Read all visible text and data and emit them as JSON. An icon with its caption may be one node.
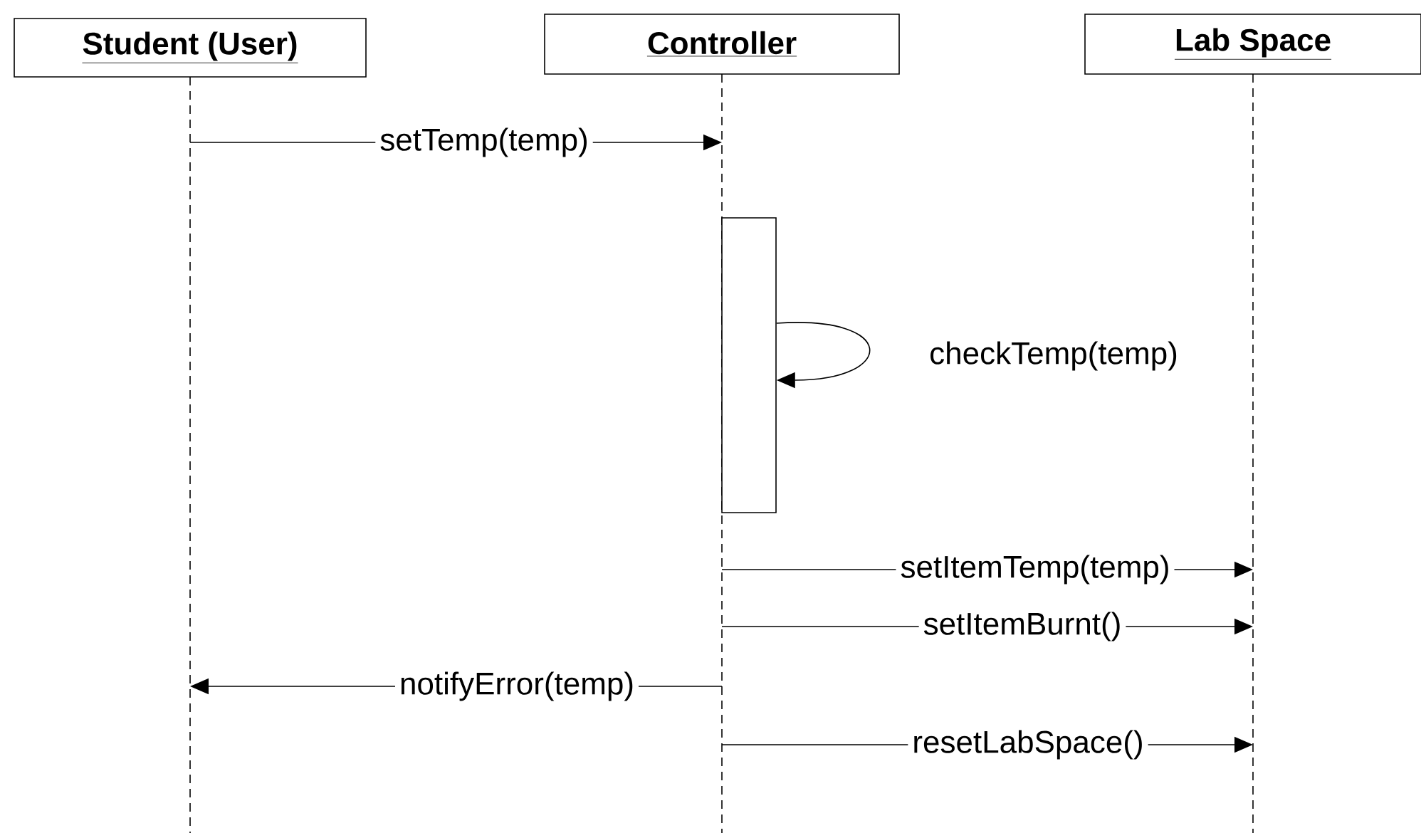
{
  "diagram": {
    "nodes": [
      {
        "text": [
          "Student (User)"
        ]
      },
      {
        "text": [
          "Controller"
        ]
      },
      {
        "text": [
          "Lab Space"
        ]
      },
      {
        "text": [],
        "shape": "line"
      },
      {
        "text": [],
        "shape": "line"
      },
      {
        "text": [],
        "shape": "line"
      },
      {
        "text": [],
        "shape": "bar"
      }
    ],
    "edges": [
      {
        "from": 3,
        "to": 4,
        "arrow": "to",
        "label": "setTemp(temp)"
      },
      {
        "from": 6,
        "to": 6,
        "arrow": "to",
        "label": "checkTemp(temp)"
      },
      {
        "from": 4,
        "to": 5,
        "arrow": "to",
        "label": "setItemTemp(temp)"
      },
      {
        "from": 4,
        "to": 5,
        "arrow": "to",
        "label": "setItemBurnt()"
      },
      {
        "from": 4,
        "to": 3,
        "arrow": "to",
        "label": "notifyError(temp)"
      },
      {
        "from": 4,
        "to": 5,
        "arrow": "to",
        "label": "resetLabSpace()"
      }
    ]
  }
}
